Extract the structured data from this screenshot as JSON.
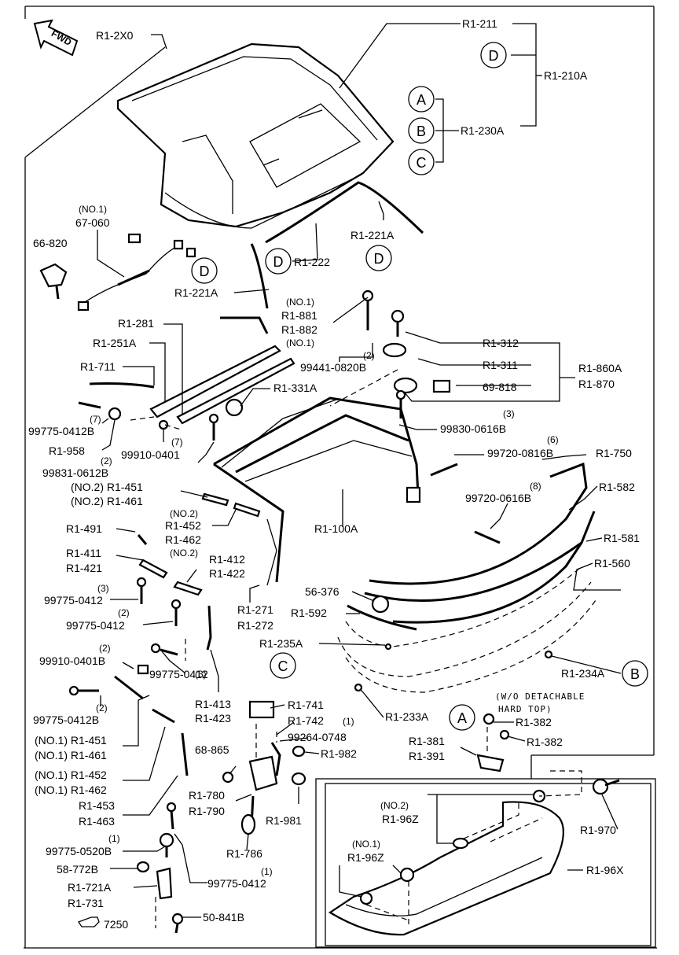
{
  "fwd_label": "FWD",
  "circle_letters": {
    "A": "A",
    "B": "B",
    "C": "C",
    "D": "D"
  },
  "callouts": {
    "r1_2x0": "R1-2X0",
    "r1_211": "R1-211",
    "r1_210a": "R1-210A",
    "r1_230a": "R1-230A",
    "no1_a": "(NO.1)",
    "p67_060": "67-060",
    "p66_820": "66-820",
    "r1_221a_right": "R1-221A",
    "r1_222": "R1-222",
    "r1_221a_left": "R1-221A",
    "no1_b": "(NO.1)",
    "r1_881": "R1-881",
    "r1_882": "R1-882",
    "no1_c": "(NO.1)",
    "r1_281": "R1-281",
    "r1_251a": "R1-251A",
    "r1_711": "R1-711",
    "r1_312": "R1-312",
    "r1_311": "R1-311",
    "r1_860a": "R1-860A",
    "r1_870": "R1-870",
    "q2_a": "(2)",
    "p99441_0820b": "99441-0820B",
    "r1_331a": "R1-331A",
    "p69_818": "69-818",
    "q3_a": "(3)",
    "p99830_0616b": "99830-0616B",
    "p99775_0412b_a": "99775-0412B",
    "q7_a": "(7)",
    "q7_b": "(7)",
    "r1_958": "R1-958",
    "p99910_0401": "99910-0401",
    "q2_b": "(2)",
    "p99831_0612b": "99831-0612B",
    "q6": "(6)",
    "p99720_0816b": "99720-0816B",
    "r1_750": "R1-750",
    "q8": "(8)",
    "p99720_0616b": "99720-0616B",
    "r1_582": "R1-582",
    "r1_581": "R1-581",
    "r1_560": "R1-560",
    "no2_451": "(NO.2) R1-451",
    "no2_461": "(NO.2) R1-461",
    "no2_a": "(NO.2)",
    "r1_452": "R1-452",
    "r1_462": "R1-462",
    "no2_b": "(NO.2)",
    "r1_100a": "R1-100A",
    "r1_491": "R1-491",
    "r1_411": "R1-411",
    "r1_421": "R1-421",
    "r1_412": "R1-412",
    "r1_422": "R1-422",
    "q3_b": "(3)",
    "p99775_0412_a": "99775-0412",
    "q2_c": "(2)",
    "p99775_0412_b": "99775-0412",
    "r1_271": "R1-271",
    "r1_272": "R1-272",
    "p56_376": "56-376",
    "r1_592": "R1-592",
    "r1_235a": "R1-235A",
    "q2_d": "(2)",
    "p99910_0401b": "99910-0401B",
    "p99775_0412_c": "99775-0412",
    "q3_c": "(3)",
    "r1_234a": "R1-234A",
    "q2_e": "(2)",
    "p99775_0412b_b": "99775-0412B",
    "r1_413": "R1-413",
    "r1_423": "R1-423",
    "r1_741": "R1-741",
    "r1_742": "R1-742",
    "q1_a": "(1)",
    "p99264_0748": "99264-0748",
    "r1_233a": "R1-233A",
    "wo_line1": "(W/O DETACHABLE",
    "wo_line2": "HARD TOP)",
    "r1_382_a": "R1-382",
    "r1_382_b": "R1-382",
    "no1_451": "(NO.1) R1-451",
    "no1_461": "(NO.1) R1-461",
    "no1_452": "(NO.1) R1-452",
    "no1_462": "(NO.1) R1-462",
    "p68_865": "68-865",
    "r1_982": "R1-982",
    "r1_381": "R1-381",
    "r1_391": "R1-391",
    "r1_453": "R1-453",
    "r1_463": "R1-463",
    "r1_780": "R1-780",
    "r1_790": "R1-790",
    "r1_981": "R1-981",
    "r1_970": "R1-970",
    "no2_c": "(NO.2)",
    "r1_96z_a": "R1-96Z",
    "q1_b": "(1)",
    "p99775_0520b": "99775-0520B",
    "r1_786": "R1-786",
    "no1_d": "(NO.1)",
    "r1_96z_b": "R1-96Z",
    "p58_772b": "58-772B",
    "r1_96x": "R1-96X",
    "r1_721a": "R1-721A",
    "r1_731": "R1-731",
    "q1_c": "(1)",
    "p99775_0412_d": "99775-0412",
    "ref_7250": "7250",
    "p50_841b": "50-841B"
  }
}
